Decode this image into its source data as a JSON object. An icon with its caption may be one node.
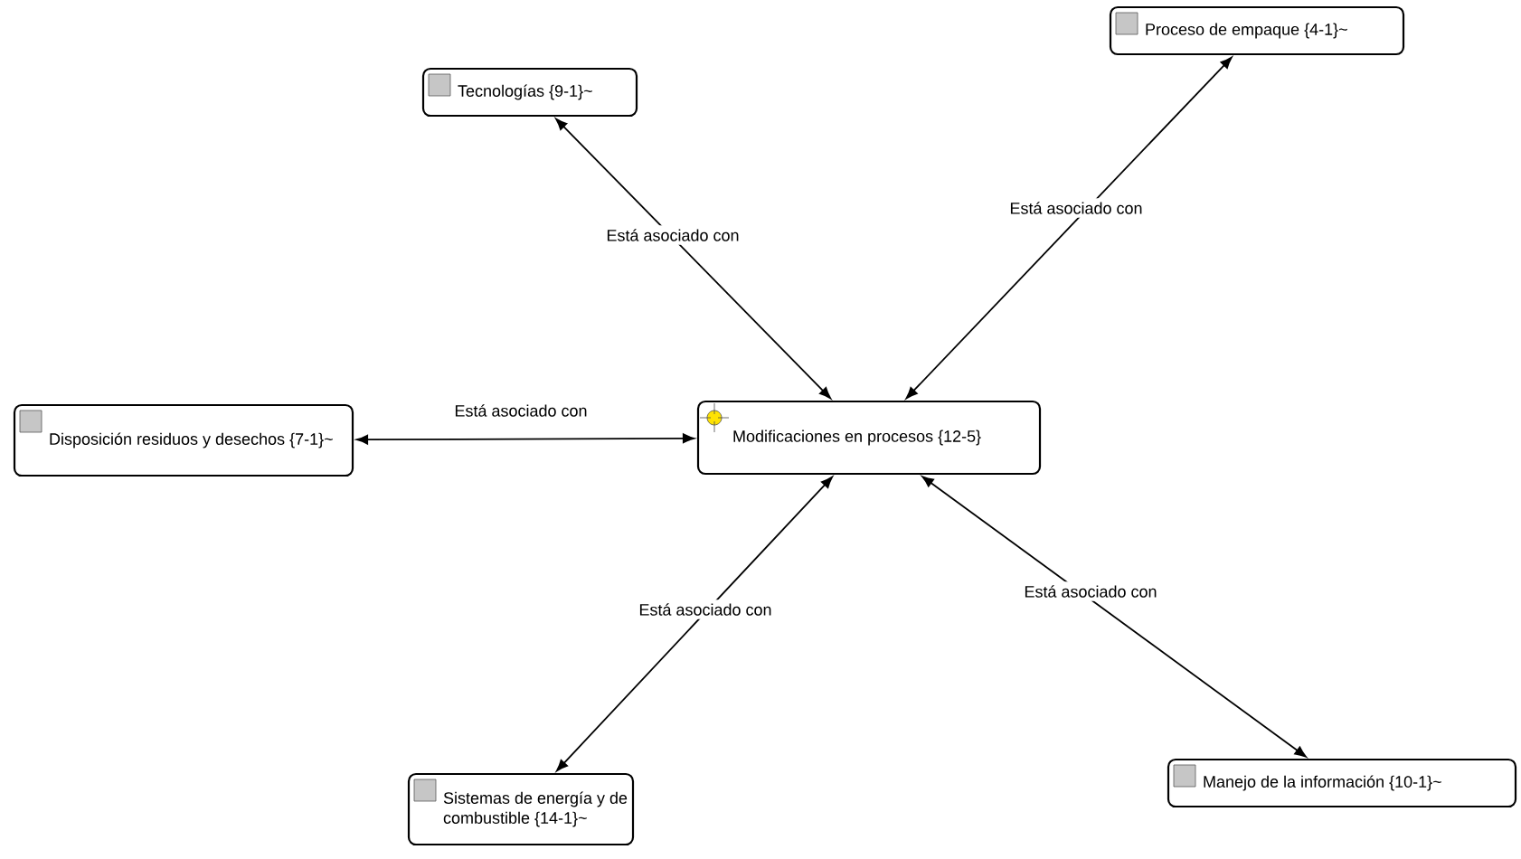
{
  "diagram": {
    "nodes": [
      {
        "text": [
          "Tecnologías {9-1}~"
        ]
      },
      {
        "text": [
          "Proceso de empaque {4-1}~"
        ]
      },
      {
        "text": [
          "Disposición residuos y desechos {7-1}~"
        ]
      },
      {
        "text": [
          "Modificaciones en procesos {12-5}"
        ]
      },
      {
        "text": [
          "Sistemas de energía y de combustible {14-1}~"
        ]
      },
      {
        "text": [
          "Manejo de la información {10-1}~"
        ]
      }
    ],
    "edges": [
      {
        "from": 3,
        "to": 0,
        "arrow": "both",
        "label": "Está asociado con"
      },
      {
        "from": 3,
        "to": 1,
        "arrow": "both",
        "label": "Está asociado con"
      },
      {
        "from": 3,
        "to": 2,
        "arrow": "both",
        "label": "Está asociado con"
      },
      {
        "from": 3,
        "to": 4,
        "arrow": "both",
        "label": "Está asociado con"
      },
      {
        "from": 3,
        "to": 5,
        "arrow": "both",
        "label": "Está asociado con"
      }
    ]
  }
}
